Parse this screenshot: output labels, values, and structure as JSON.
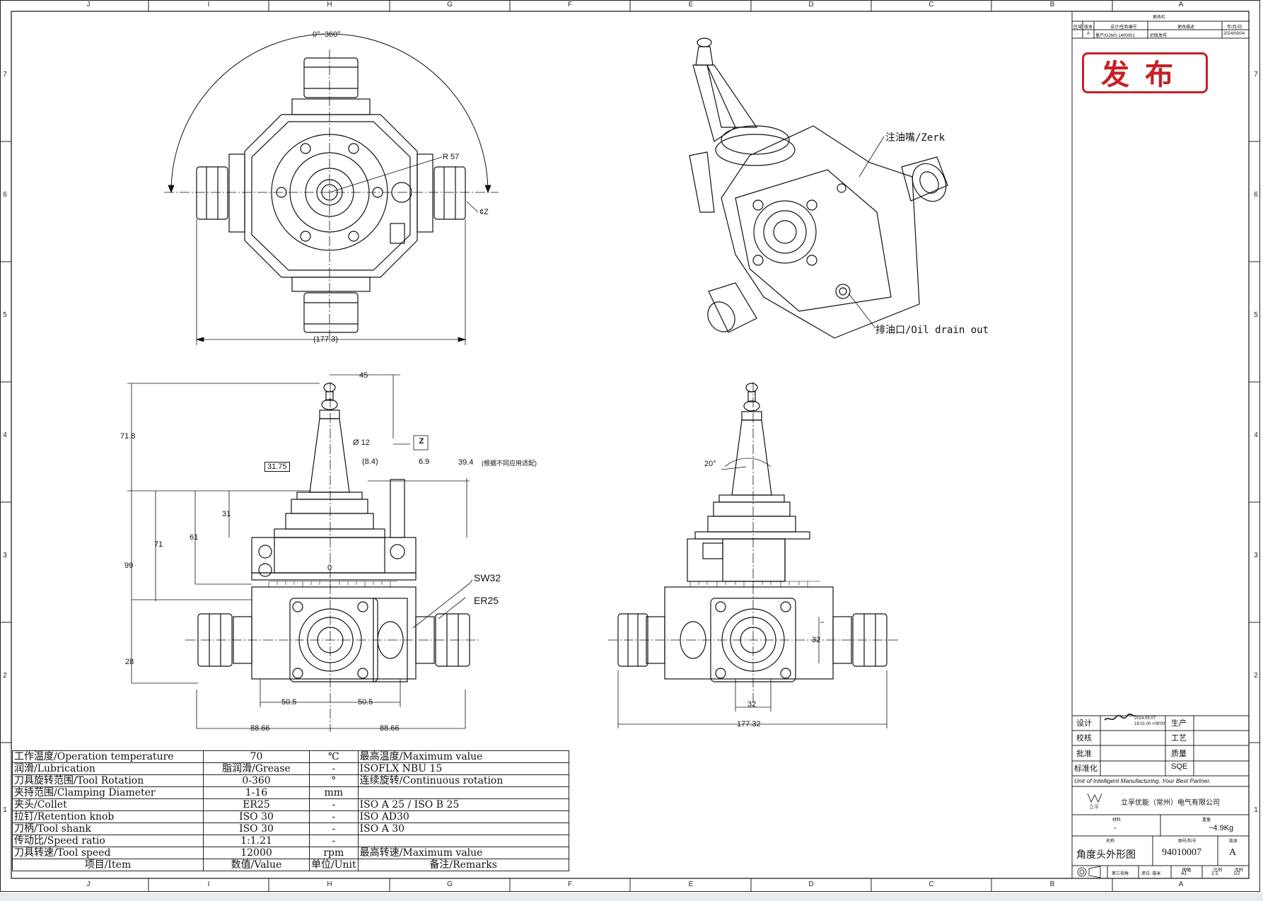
{
  "zones": {
    "columns": [
      "J",
      "I",
      "H",
      "G",
      "F",
      "E",
      "D",
      "C",
      "B",
      "A"
    ],
    "rows": [
      "7",
      "6",
      "5",
      "4",
      "3",
      "2",
      "1"
    ]
  },
  "revision_block": {
    "title": "更改栏",
    "headers": [
      "区域",
      "版本",
      "设计/任务编号",
      "更改描述",
      "年/月/日"
    ],
    "row": [
      "-",
      "A",
      "量产/GJMS-1400001",
      "初版发布",
      "2024/09/04"
    ]
  },
  "stamp": "发布",
  "callouts": {
    "zerk": "注油嘴/Zerk",
    "oil_drain": "排油口/Oil drain out",
    "sw": "SW32",
    "er": "ER25"
  },
  "dimensions": {
    "rotation_range": "0°~360°",
    "radius": "R 57",
    "cz": "¢Z",
    "width_top": "(177.3)",
    "h45": "45",
    "d718": "71.8",
    "d3175": "31.75",
    "phi12": "Ø 12",
    "zbox": "Z",
    "d84": "(8.4)",
    "d69": "6.9",
    "d394": "39.4",
    "d394_note": "(根据不同应用适配)",
    "d31": "31",
    "d61": "61",
    "d71": "71",
    "d99": "99",
    "d28": "28",
    "d505a": "50.5",
    "d505b": "50.5",
    "d8866a": "88.66",
    "d8866b": "88.66",
    "angle20": "20°",
    "d32v": "32",
    "d32h": "32",
    "w17732": "177.32",
    "scale_zero": "0"
  },
  "spec_table": {
    "rows": [
      [
        "工作温度/Operation temperature",
        "70",
        "℃",
        "最高温度/Maximum value"
      ],
      [
        "润滑/Lubrication",
        "脂润滑/Grease",
        "-",
        "ISOFLX NBU 15"
      ],
      [
        "刀具旋转范围/Tool Rotation",
        "0-360",
        "°",
        "连续旋转/Continuous rotation"
      ],
      [
        "夹持范围/Clamping Diameter",
        "1-16",
        "mm",
        ""
      ],
      [
        "夹头/Collet",
        "ER25",
        "-",
        "ISO A 25 / ISO B 25"
      ],
      [
        "拉钉/Retention knob",
        "ISO 30",
        "-",
        "ISO AD30"
      ],
      [
        "刀柄/Tool shank",
        "ISO 30",
        "-",
        "ISO A 30"
      ],
      [
        "传动比/Speed ratio",
        "1:1.21",
        "-",
        ""
      ],
      [
        "刀具转速/Tool speed",
        "12000",
        "rpm",
        "最高转速/Maximum value"
      ]
    ],
    "header": [
      "项目/Item",
      "数值/Value",
      "单位/Unit",
      "备注/Remarks"
    ]
  },
  "title_block": {
    "approvals": [
      {
        "role": "设计",
        "right": "生产"
      },
      {
        "role": "校核",
        "right": "工艺"
      },
      {
        "role": "批准",
        "right": "质量"
      },
      {
        "role": "标准化",
        "right": "SQE"
      }
    ],
    "signature_date": "2024.09.07",
    "signature_time": "16:01:00 +08'00'",
    "slogan": "Unit of Intelligent Manufacturing. Your Best Partner.",
    "company": "立孚优能（常州）电气有限公司",
    "logo_text": "立孚",
    "material_label": "材料",
    "material": "-",
    "weight_label": "重量",
    "weight": "~4.9Kg",
    "name_label": "名称",
    "drawing_name": "角度头外形图",
    "number_label": "图号/料号",
    "drawing_number": "94010007",
    "rev_label": "版本",
    "revision": "A",
    "projection": "第三视角",
    "unit": "单位: 毫米",
    "size_label": "图幅",
    "size": "A1",
    "scale_label": "比例",
    "scale": "1:1",
    "page_label": "页码",
    "page": "1/2"
  }
}
